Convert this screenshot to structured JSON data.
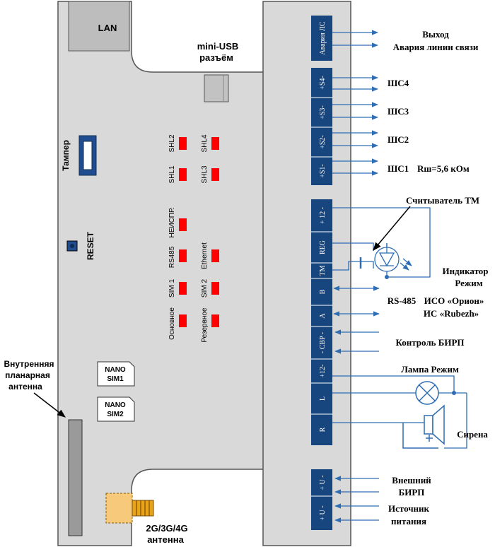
{
  "board": {
    "lan": "LAN",
    "mini_usb": "mini-USB",
    "connector": "разъём",
    "tamper": "Тампер",
    "reset": "RESET",
    "nano_sim1_a": "NANO",
    "nano_sim1_b": "SIM1",
    "nano_sim2_a": "NANO",
    "nano_sim2_b": "SIM2",
    "antenna_band": "2G/3G/4G",
    "antenna_word": "антенна",
    "internal_antenna": [
      "Внутренняя",
      "планарная",
      "антенна"
    ]
  },
  "leds": {
    "shl2": "SHL2",
    "shl4": "SHL4",
    "shl1": "SHL1",
    "shl3": "SHL3",
    "fault": "НЕИСПР.",
    "rs485": "RS485",
    "ethernet": "Ethernet",
    "sim1": "SIM 1",
    "sim2": "SIM 2",
    "main": "Основное",
    "reserve": "Резервное"
  },
  "terminals": {
    "alarm_ls": "Авария ЛС",
    "s4": "+S4-",
    "s3": "+S3-",
    "s2": "+S2-",
    "s1": "+S1-",
    "p12": "+ 12 -",
    "reg": "REG",
    "tm": "TM",
    "b": "B",
    "a": "A",
    "cbp": "- CBP -",
    "p12b": "+12-",
    "l": "L",
    "r": "R",
    "u1": "+ U -",
    "u2": "+ U -"
  },
  "labels": {
    "output": "Выход",
    "alarm_line": "Авария линии связи",
    "shs4": "ШС4",
    "shs3": "ШС3",
    "shs2": "ШС2",
    "shs1": "ШС1",
    "rsh": "Rш=5,6 кОм",
    "tm_reader": "Считыватель ТМ",
    "indicator": "Индикатор",
    "mode": "Режим",
    "rs485": "RS-485",
    "iso_orion": "ИСО «Орион»",
    "is_rubezh": "ИС «Rubezh»",
    "birp_control": "Контроль БИРП",
    "lamp_mode": "Лампа Режим",
    "siren": "Сирена",
    "ext_birp_1": "Внешний",
    "ext_birp_2": "БИРП",
    "power_1": "Источник",
    "power_2": "питания"
  },
  "colors": {
    "board": "#d9d9d9",
    "terminal": "#17457e",
    "led": "#ff0000",
    "wire": "#2e6db3"
  }
}
